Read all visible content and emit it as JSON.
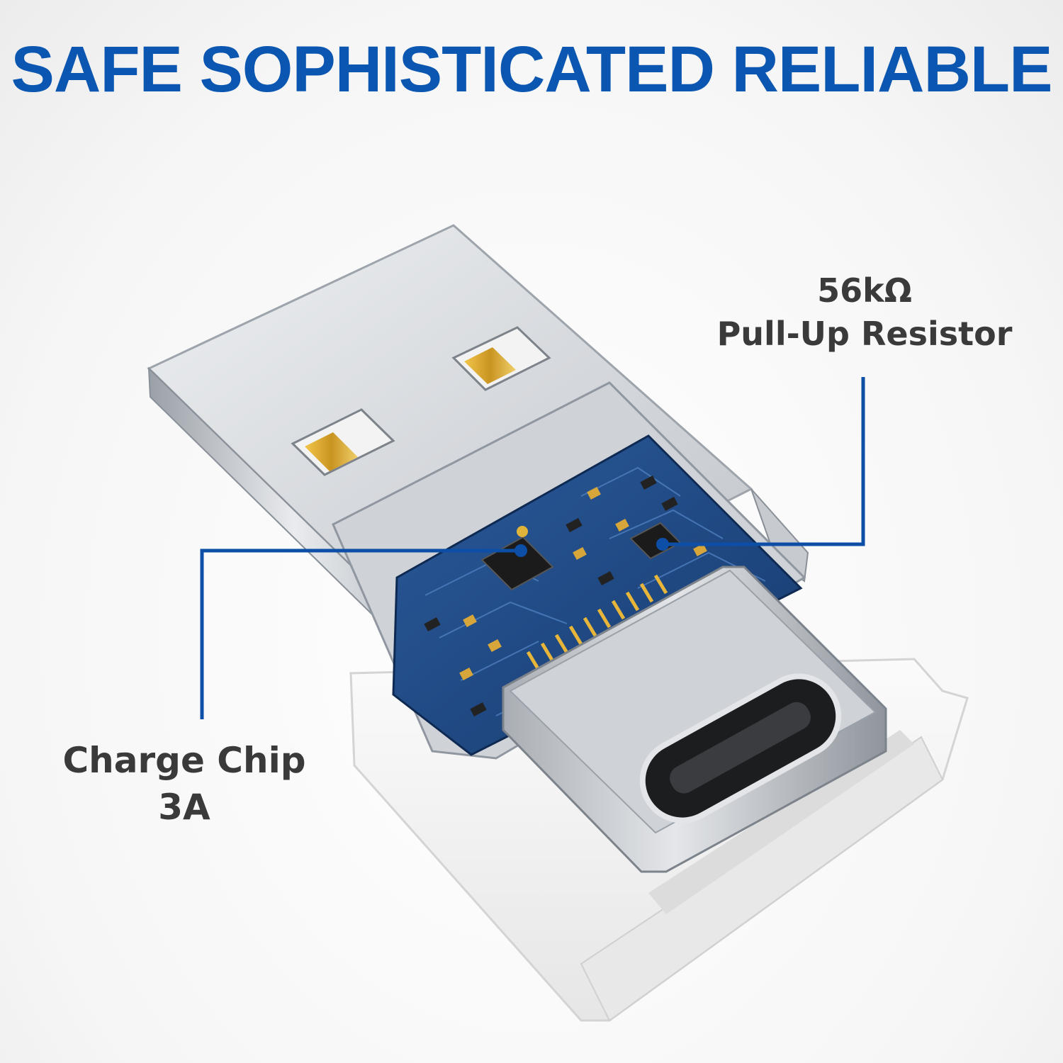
{
  "headline": {
    "text": "SAFE SOPHISTICATED RELIABLE",
    "color": "#0a56b0"
  },
  "callouts": {
    "resistor": {
      "value": "56kΩ",
      "label": "Pull-Up Resistor"
    },
    "chip": {
      "label": "Charge Chip",
      "value": "3A"
    },
    "line_color": "#0d4ea6"
  },
  "product": {
    "usb_a_plug": "usb-a-plug",
    "usb_c_port": "usb-c-port",
    "circuit_board": "pcb",
    "housing_color": "#f2f2f2",
    "metal_color": "#d8dadd",
    "pcb_color": "#1f4a86",
    "contact_color": "#e2b33a"
  }
}
